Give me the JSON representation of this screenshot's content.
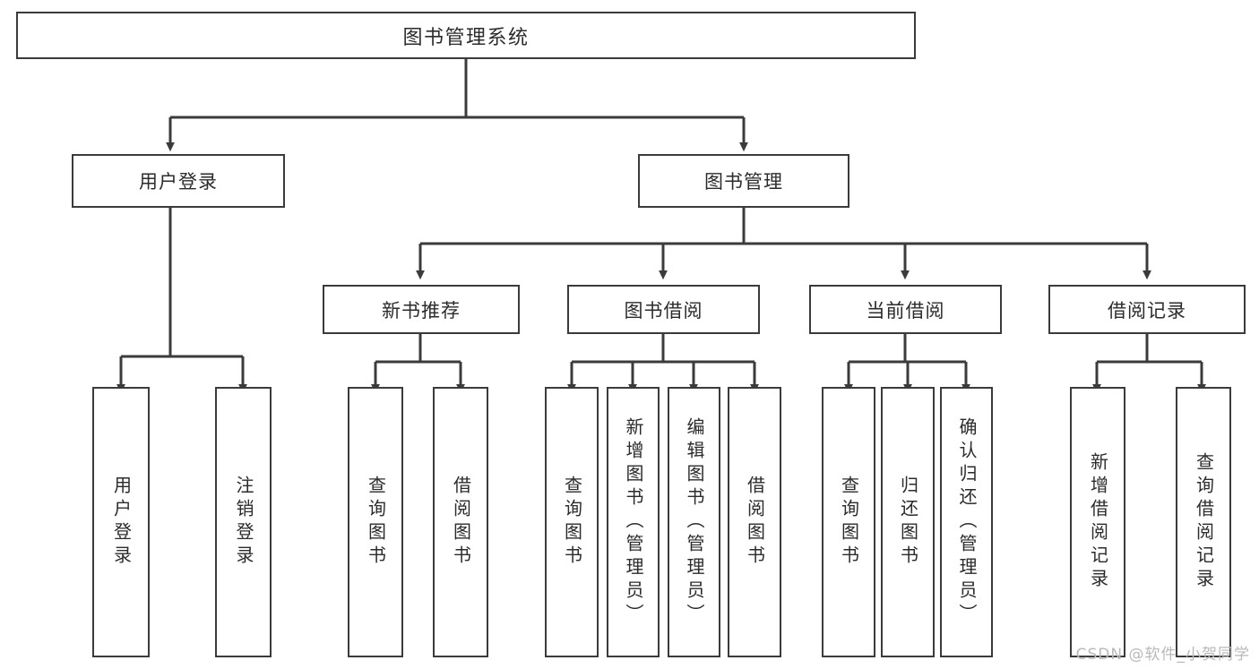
{
  "diagram": {
    "type": "tree-hierarchy",
    "title": "图书管理系统",
    "background_color": "#ffffff",
    "line_color": "#3b3b3b",
    "text_color": "#2b2b2b",
    "levels": 4
  },
  "root": {
    "label": "图书管理系统"
  },
  "level2": [
    {
      "id": "user-login",
      "label": "用户登录"
    },
    {
      "id": "book-manage",
      "label": "图书管理"
    }
  ],
  "level3": [
    {
      "id": "new-book-recommend",
      "label": "新书推荐"
    },
    {
      "id": "book-borrow",
      "label": "图书借阅"
    },
    {
      "id": "current-borrow",
      "label": "当前借阅"
    },
    {
      "id": "borrow-record",
      "label": "借阅记录"
    }
  ],
  "leaves": {
    "user_login": [
      {
        "id": "leaf-user-login",
        "label": "用户登录"
      },
      {
        "id": "leaf-logout-login",
        "label": "注销登录"
      }
    ],
    "new_book_recommend": [
      {
        "id": "leaf-query-book-1",
        "label": "查询图书"
      },
      {
        "id": "leaf-borrow-book-1",
        "label": "借阅图书"
      }
    ],
    "book_borrow": [
      {
        "id": "leaf-query-book-2",
        "label": "查询图书"
      },
      {
        "id": "leaf-add-book",
        "label": "新增图书（管理员）"
      },
      {
        "id": "leaf-edit-book",
        "label": "编辑图书（管理员）"
      },
      {
        "id": "leaf-borrow-book-2",
        "label": "借阅图书"
      }
    ],
    "current_borrow": [
      {
        "id": "leaf-query-book-3",
        "label": "查询图书"
      },
      {
        "id": "leaf-return-book",
        "label": "归还图书"
      },
      {
        "id": "leaf-confirm-return",
        "label": "确认归还（管理员）"
      }
    ],
    "borrow_record": [
      {
        "id": "leaf-add-record",
        "label": "新增借阅记录"
      },
      {
        "id": "leaf-query-record",
        "label": "查询借阅记录"
      }
    ]
  },
  "watermark": {
    "text": "CSDN @软件_小贺同学"
  }
}
